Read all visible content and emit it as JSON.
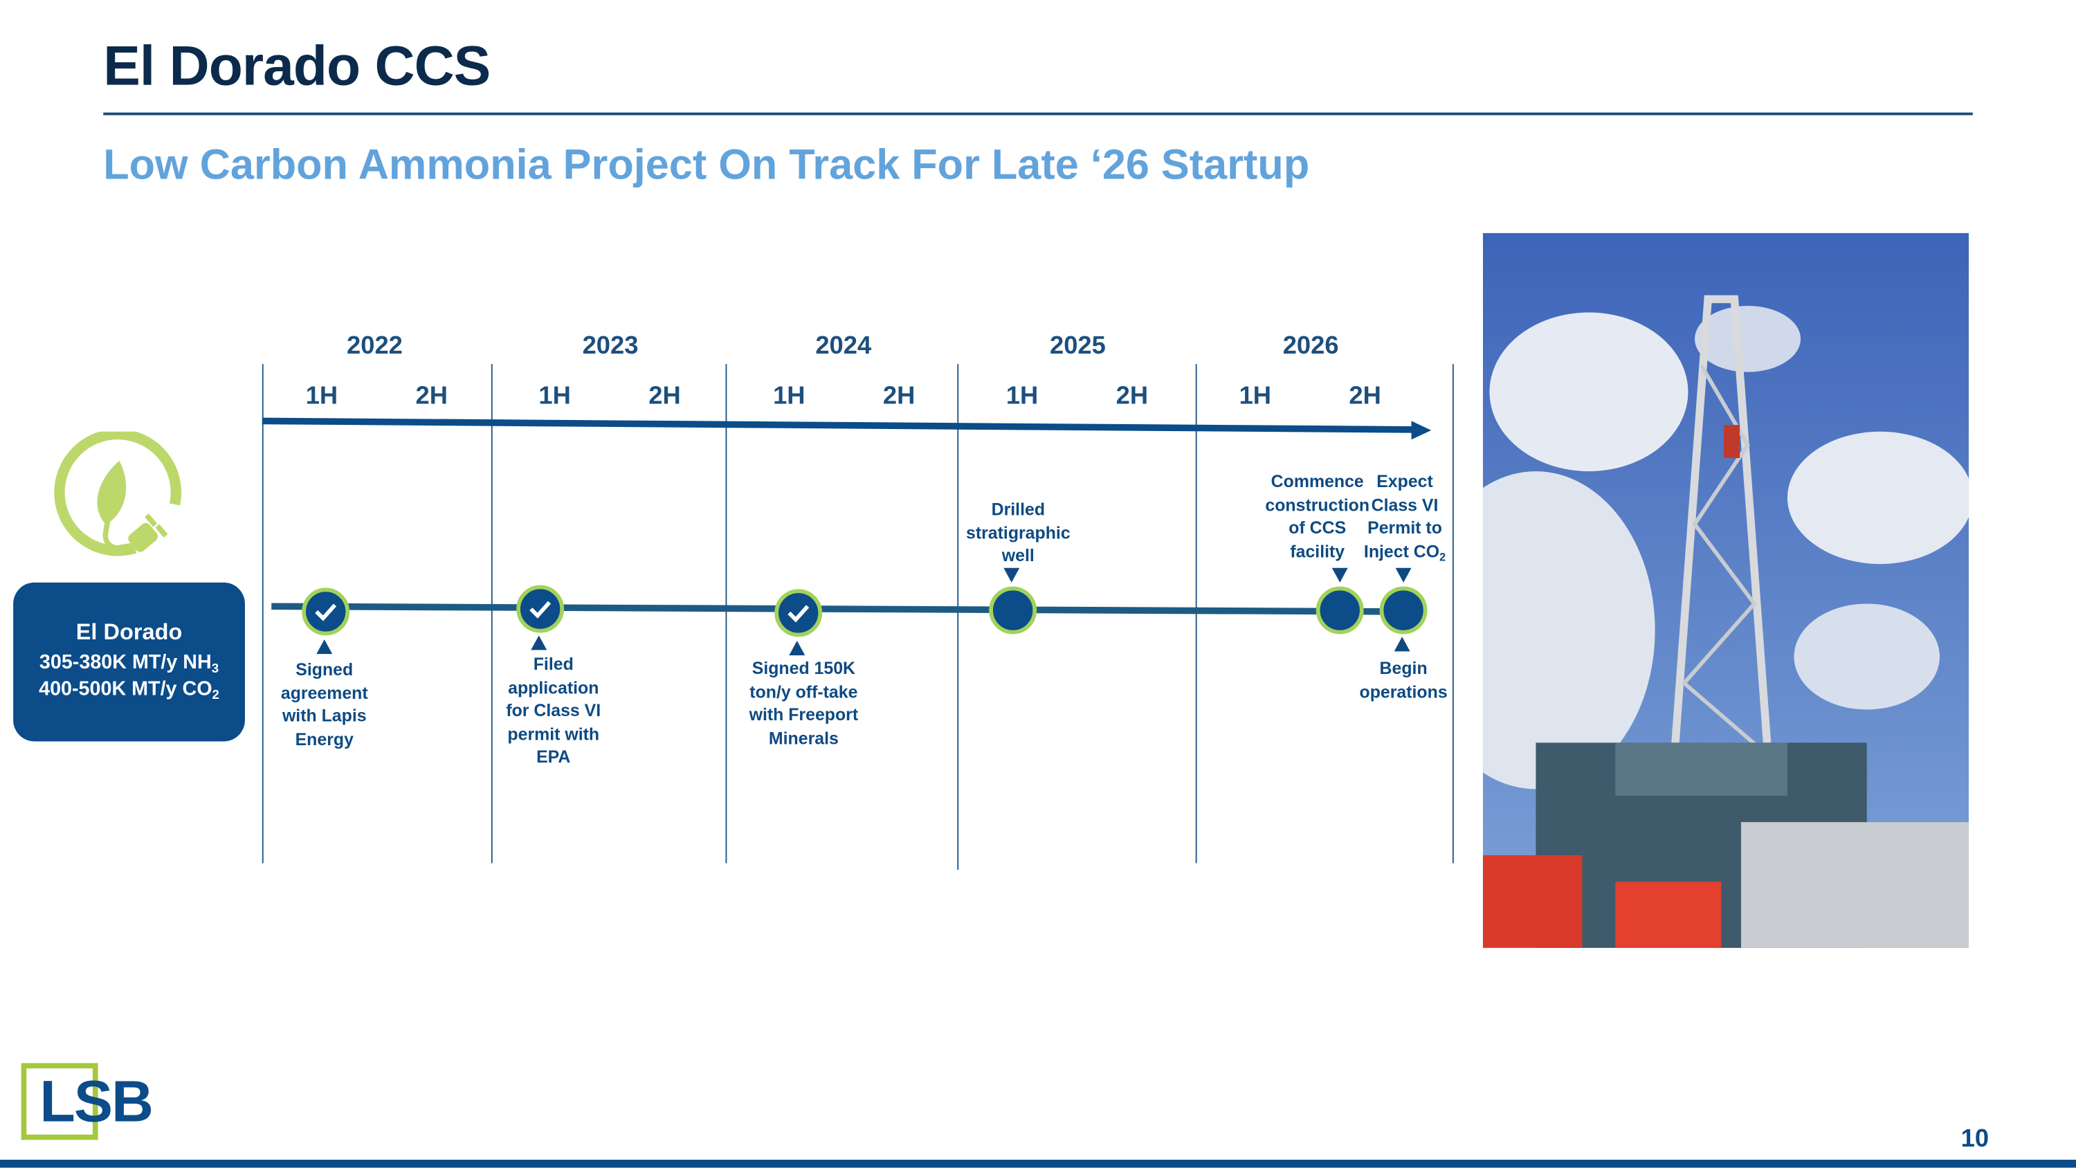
{
  "slide": {
    "title": "El Dorado CCS",
    "subtitle": "Low Carbon Ammonia Project On Track For Late ‘26 Startup",
    "page_number": "10",
    "logo_text": "LSB"
  },
  "colors": {
    "navy": "#0b4c89",
    "green": "#a3d25a",
    "subtitle": "#62a3dc"
  },
  "project_box": {
    "name": "El Dorado",
    "line1": "305-380K MT/y NH",
    "line1_sub": "3",
    "line2": "400-500K MT/y CO",
    "line2_sub": "2",
    "icon": "leaf-plug-icon"
  },
  "timeline": {
    "years": [
      "2022",
      "2023",
      "2024",
      "2025",
      "2026"
    ],
    "halves": [
      "1H",
      "2H",
      "1H",
      "2H",
      "1H",
      "2H",
      "1H",
      "2H",
      "1H",
      "2H"
    ],
    "milestones": [
      {
        "label": "Signed agreement with Lapis Energy",
        "status": "complete"
      },
      {
        "label": "Filed application for Class VI permit with EPA",
        "status": "complete"
      },
      {
        "label": "Signed 150K ton/y off-take with Freeport Minerals",
        "status": "complete"
      },
      {
        "label": "Drilled stratigraphic well",
        "status": "upcoming"
      },
      {
        "label": "Commence construction of CCS facility",
        "status": "upcoming"
      },
      {
        "label": "Expect Class VI Permit to Inject CO",
        "label_sub": "2",
        "label_below": "Begin operations",
        "status": "upcoming"
      }
    ]
  },
  "photo": {
    "subject": "drilling-rig-photo"
  }
}
